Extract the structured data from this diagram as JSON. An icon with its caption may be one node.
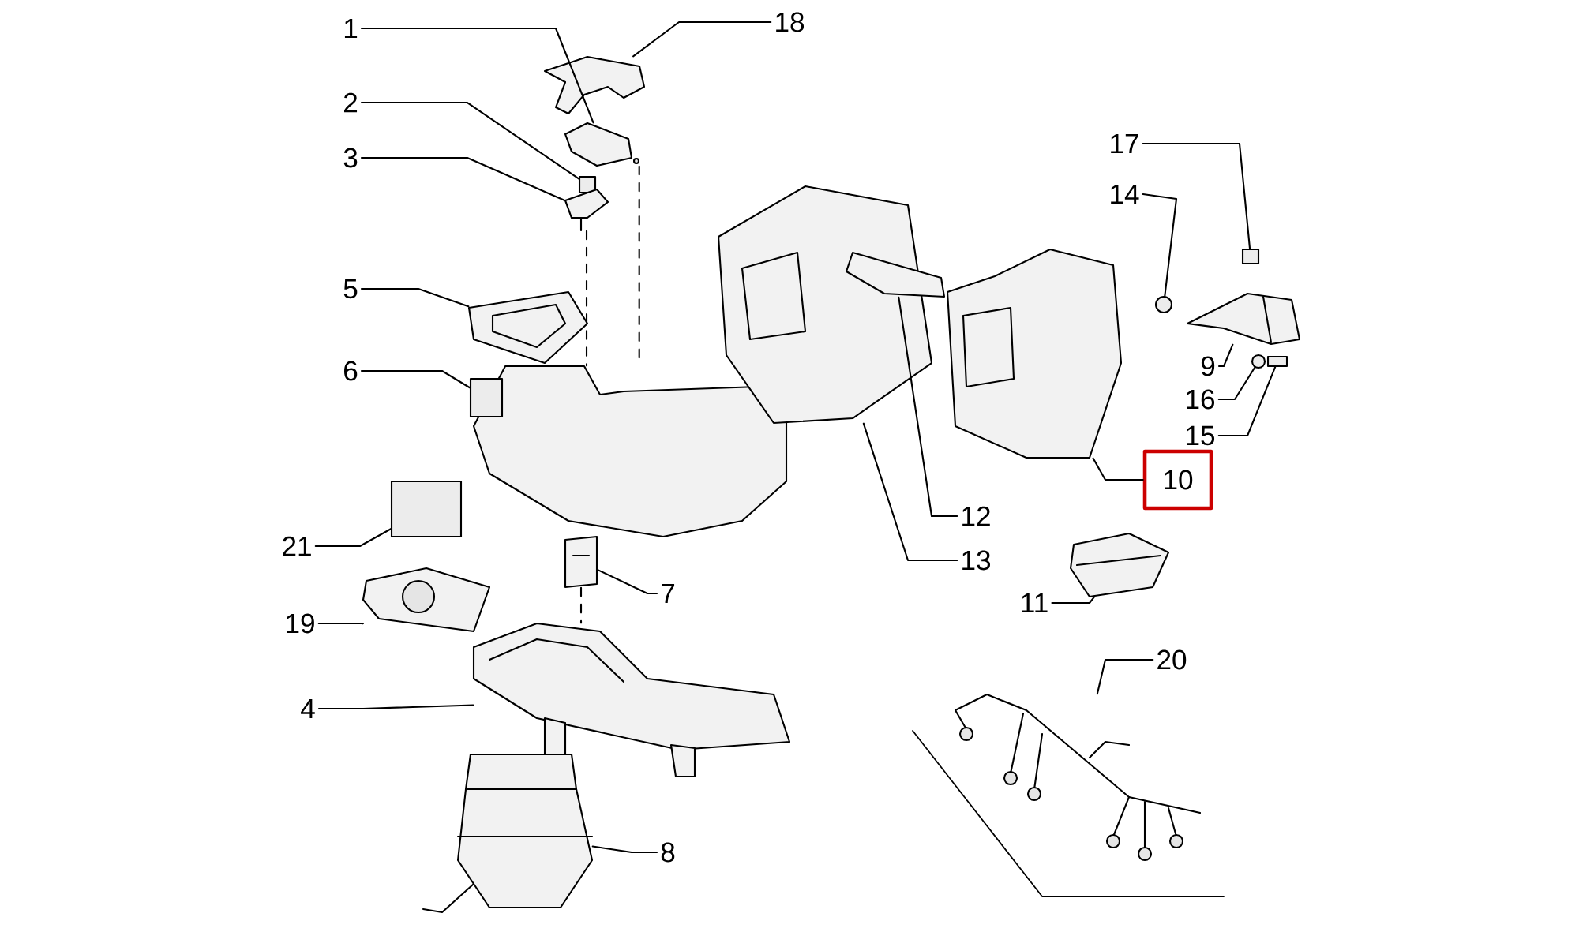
{
  "diagram": {
    "nodes": [
      {
        "text": [
          "1"
        ]
      },
      {
        "text": [
          "2"
        ]
      },
      {
        "text": [
          "3"
        ]
      },
      {
        "text": [
          "4"
        ]
      },
      {
        "text": [
          "5"
        ]
      },
      {
        "text": [
          "6"
        ]
      },
      {
        "text": [
          "7"
        ]
      },
      {
        "text": [
          "8"
        ]
      },
      {
        "text": [
          "9"
        ]
      },
      {
        "text": [
          "10"
        ]
      },
      {
        "text": [
          "11"
        ]
      },
      {
        "text": [
          "12"
        ]
      },
      {
        "text": [
          "13"
        ]
      },
      {
        "text": [
          "14"
        ]
      },
      {
        "text": [
          "15"
        ]
      },
      {
        "text": [
          "16"
        ]
      },
      {
        "text": [
          "17"
        ]
      },
      {
        "text": [
          "18"
        ]
      },
      {
        "text": [
          "19"
        ]
      },
      {
        "text": [
          "20"
        ]
      },
      {
        "text": [
          "21"
        ]
      },
      {
        "text": [],
        "shape": "picture"
      },
      {
        "text": [],
        "shape": "box"
      },
      {
        "text": [],
        "shape": "picture"
      },
      {
        "text": [],
        "shape": "picture"
      },
      {
        "text": [],
        "shape": "picture"
      },
      {
        "text": [],
        "shape": "box"
      },
      {
        "text": [],
        "shape": "picture"
      },
      {
        "text": [],
        "shape": "picture"
      },
      {
        "text": [],
        "shape": "picture"
      },
      {
        "text": [],
        "shape": "picture"
      },
      {
        "text": [],
        "shape": "picture"
      },
      {
        "text": [],
        "shape": "picture"
      },
      {
        "text": [],
        "shape": "picture"
      },
      {
        "text": [],
        "shape": "circle"
      },
      {
        "text": [],
        "shape": "box"
      },
      {
        "text": [],
        "shape": "circle"
      },
      {
        "text": [],
        "shape": "box"
      },
      {
        "text": [],
        "shape": "picture"
      },
      {
        "text": [],
        "shape": "picture"
      },
      {
        "text": [],
        "shape": "picture"
      },
      {
        "text": [],
        "shape": "box"
      },
      {
        "text": [],
        "shape": "picture"
      }
    ],
    "edges": [
      {
        "from": 0,
        "to": 21,
        "arrow": "none"
      },
      {
        "from": 1,
        "to": 22,
        "arrow": "none"
      },
      {
        "from": 2,
        "to": 23,
        "arrow": "none"
      },
      {
        "from": 3,
        "to": 24,
        "arrow": "none"
      },
      {
        "from": 4,
        "to": 25,
        "arrow": "none"
      },
      {
        "from": 5,
        "to": 26,
        "arrow": "none"
      },
      {
        "from": 6,
        "to": 27,
        "arrow": "none"
      },
      {
        "from": 7,
        "to": 28,
        "arrow": "none"
      },
      {
        "from": 8,
        "to": 29,
        "arrow": "none"
      },
      {
        "from": 9,
        "to": 30,
        "arrow": "none"
      },
      {
        "from": 10,
        "to": 31,
        "arrow": "none"
      },
      {
        "from": 11,
        "to": 32,
        "arrow": "none"
      },
      {
        "from": 12,
        "to": 33,
        "arrow": "none"
      },
      {
        "from": 13,
        "to": 34,
        "arrow": "none"
      },
      {
        "from": 14,
        "to": 35,
        "arrow": "none"
      },
      {
        "from": 15,
        "to": 36,
        "arrow": "none"
      },
      {
        "from": 16,
        "to": 37,
        "arrow": "none"
      },
      {
        "from": 17,
        "to": 38,
        "arrow": "none"
      },
      {
        "from": 18,
        "to": 39,
        "arrow": "none"
      },
      {
        "from": 19,
        "to": 40,
        "arrow": "none"
      },
      {
        "from": 20,
        "to": 41,
        "arrow": "none"
      },
      {
        "from": 21,
        "to": 42,
        "arrow": "none",
        "style": "dashed"
      },
      {
        "from": 23,
        "to": 42,
        "arrow": "none",
        "style": "dashed"
      },
      {
        "from": 27,
        "to": 24,
        "arrow": "none",
        "style": "dashed"
      }
    ]
  }
}
